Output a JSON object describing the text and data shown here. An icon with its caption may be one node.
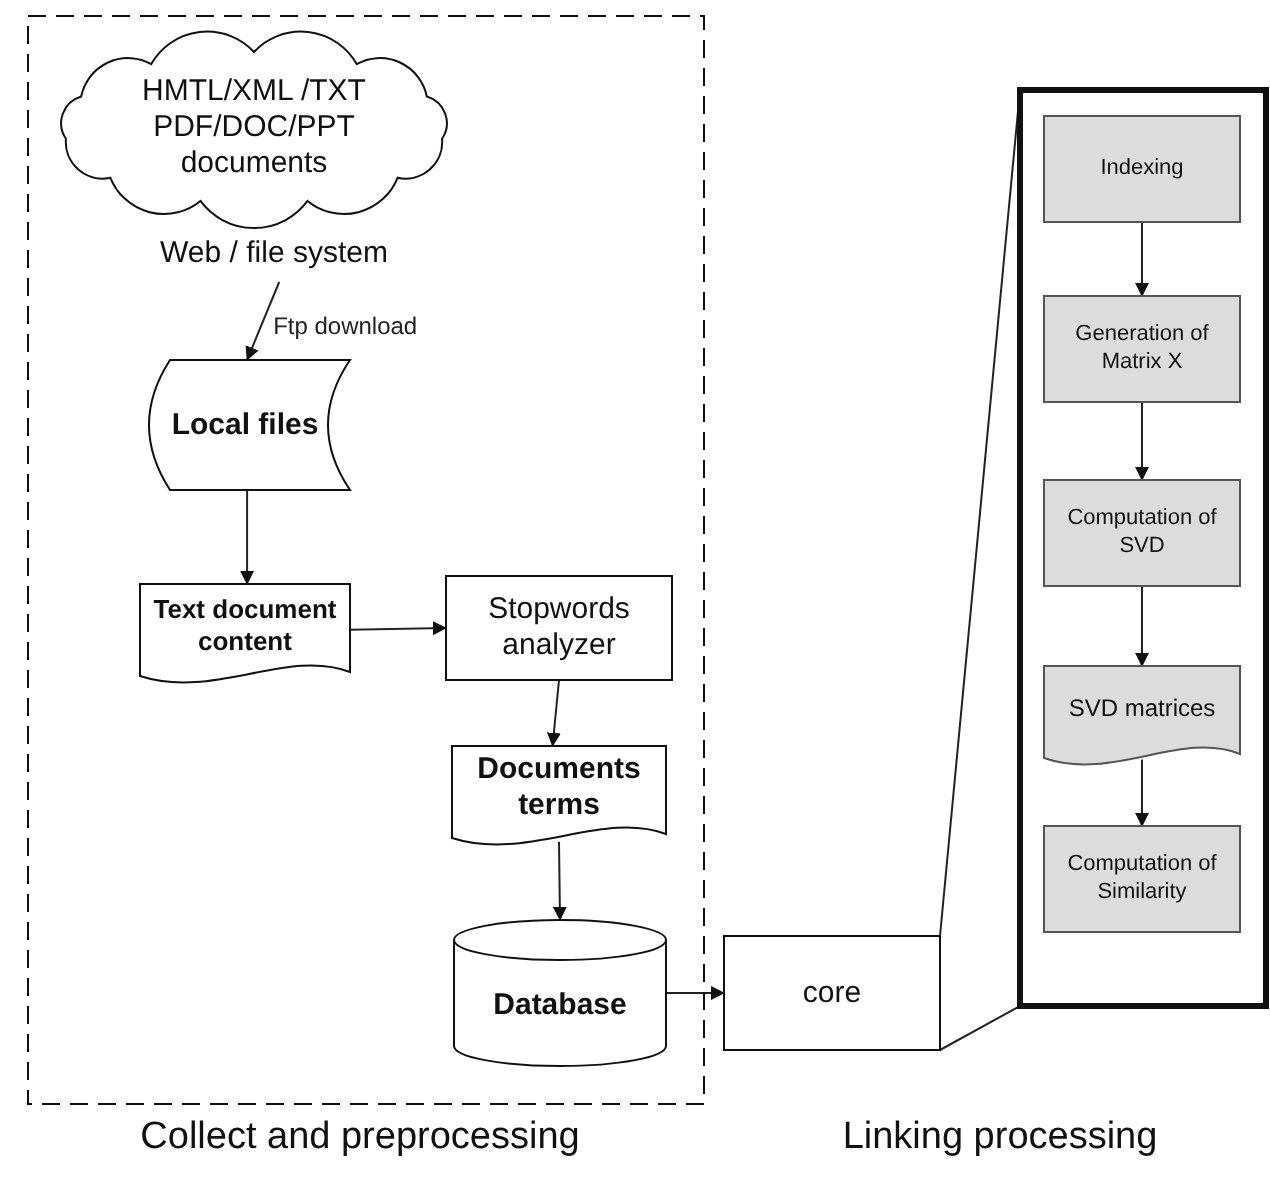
{
  "diagram": {
    "nodes": [
      {
        "text": [],
        "shape": "box",
        "beside": [
          "Collect and preprocessing"
        ]
      },
      {
        "text": [
          "HMTL/XML /TXT PDF/DOC/PPT documents"
        ],
        "in": 0
      },
      {
        "text": [
          "Web / file system"
        ],
        "in": 0
      },
      {
        "text": [
          "Local files"
        ],
        "in": 0
      },
      {
        "text": [
          "Text document content"
        ],
        "in": 0
      },
      {
        "text": [
          "Stopwords analyzer"
        ],
        "in": 0
      },
      {
        "text": [
          "Documents terms"
        ],
        "in": 0
      },
      {
        "text": [
          "Database"
        ],
        "in": 0
      },
      {
        "text": [
          "core"
        ]
      },
      {
        "text": [],
        "shape": "box",
        "beside": [
          "Linking processing"
        ]
      },
      {
        "text": [
          "Indexing"
        ],
        "in": 9
      },
      {
        "text": [
          "Generation of Matrix X"
        ],
        "in": 9
      },
      {
        "text": [
          "Computation of SVD"
        ],
        "in": 9
      },
      {
        "text": [
          "SVD matrices"
        ],
        "in": 9
      },
      {
        "text": [
          "Computation of Similarity"
        ],
        "in": 9
      }
    ],
    "edges": [
      {
        "from": 2,
        "to": 3,
        "arrow": "to",
        "label": "Ftp download"
      },
      {
        "from": 3,
        "to": 4,
        "arrow": "to"
      },
      {
        "from": 4,
        "to": 5,
        "arrow": "to"
      },
      {
        "from": 5,
        "to": 6,
        "arrow": "to"
      },
      {
        "from": 6,
        "to": 7,
        "arrow": "to"
      },
      {
        "from": 7,
        "to": 8,
        "arrow": "to"
      },
      {
        "from": 8,
        "to": 9,
        "arrow": "none"
      },
      {
        "from": 8,
        "to": 9,
        "arrow": "none"
      },
      {
        "from": 10,
        "to": 11,
        "arrow": "to"
      },
      {
        "from": 11,
        "to": 12,
        "arrow": "to"
      },
      {
        "from": 12,
        "to": 13,
        "arrow": "to"
      },
      {
        "from": 13,
        "to": 14,
        "arrow": "to"
      }
    ]
  }
}
